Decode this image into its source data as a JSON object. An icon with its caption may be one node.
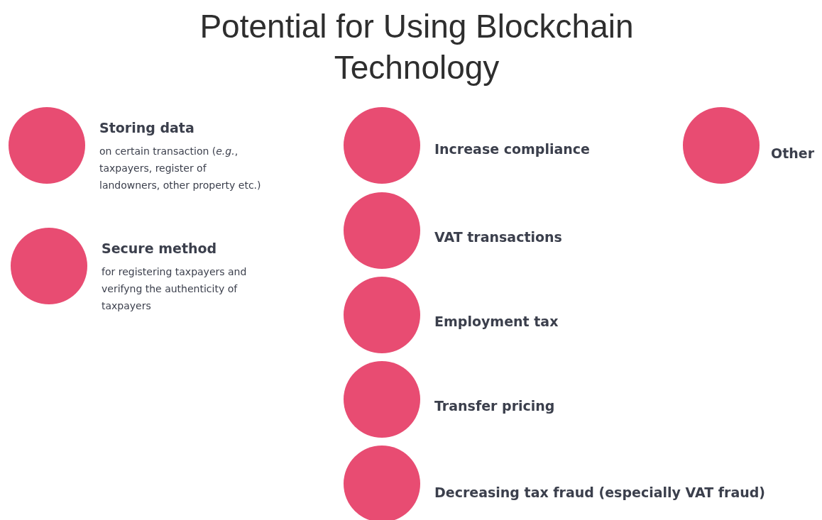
{
  "diagram": {
    "title": "Potential for Using Blockchain Technology",
    "nodes": [
      {
        "text": [],
        "shape": "circle",
        "beside": [
          "Storing data",
          "on certain transaction (*e.g.*, taxpayers, register of landowners, other property etc.)"
        ]
      },
      {
        "text": [],
        "shape": "circle",
        "beside": [
          "Secure method",
          "for registering taxpayers and verifyng the authenticity of taxpayers"
        ]
      },
      {
        "text": [],
        "shape": "circle",
        "beside": [
          "Increase compliance"
        ]
      },
      {
        "text": [],
        "shape": "circle",
        "beside": [
          "VAT transactions"
        ]
      },
      {
        "text": [],
        "shape": "circle",
        "beside": [
          "Employment tax"
        ]
      },
      {
        "text": [],
        "shape": "circle",
        "beside": [
          "Transfer pricing"
        ]
      },
      {
        "text": [],
        "shape": "circle",
        "beside": [
          "Decreasing tax fraud (especially VAT fraud)"
        ]
      },
      {
        "text": [],
        "shape": "circle",
        "beside": [
          "Other"
        ]
      }
    ],
    "edges": []
  }
}
